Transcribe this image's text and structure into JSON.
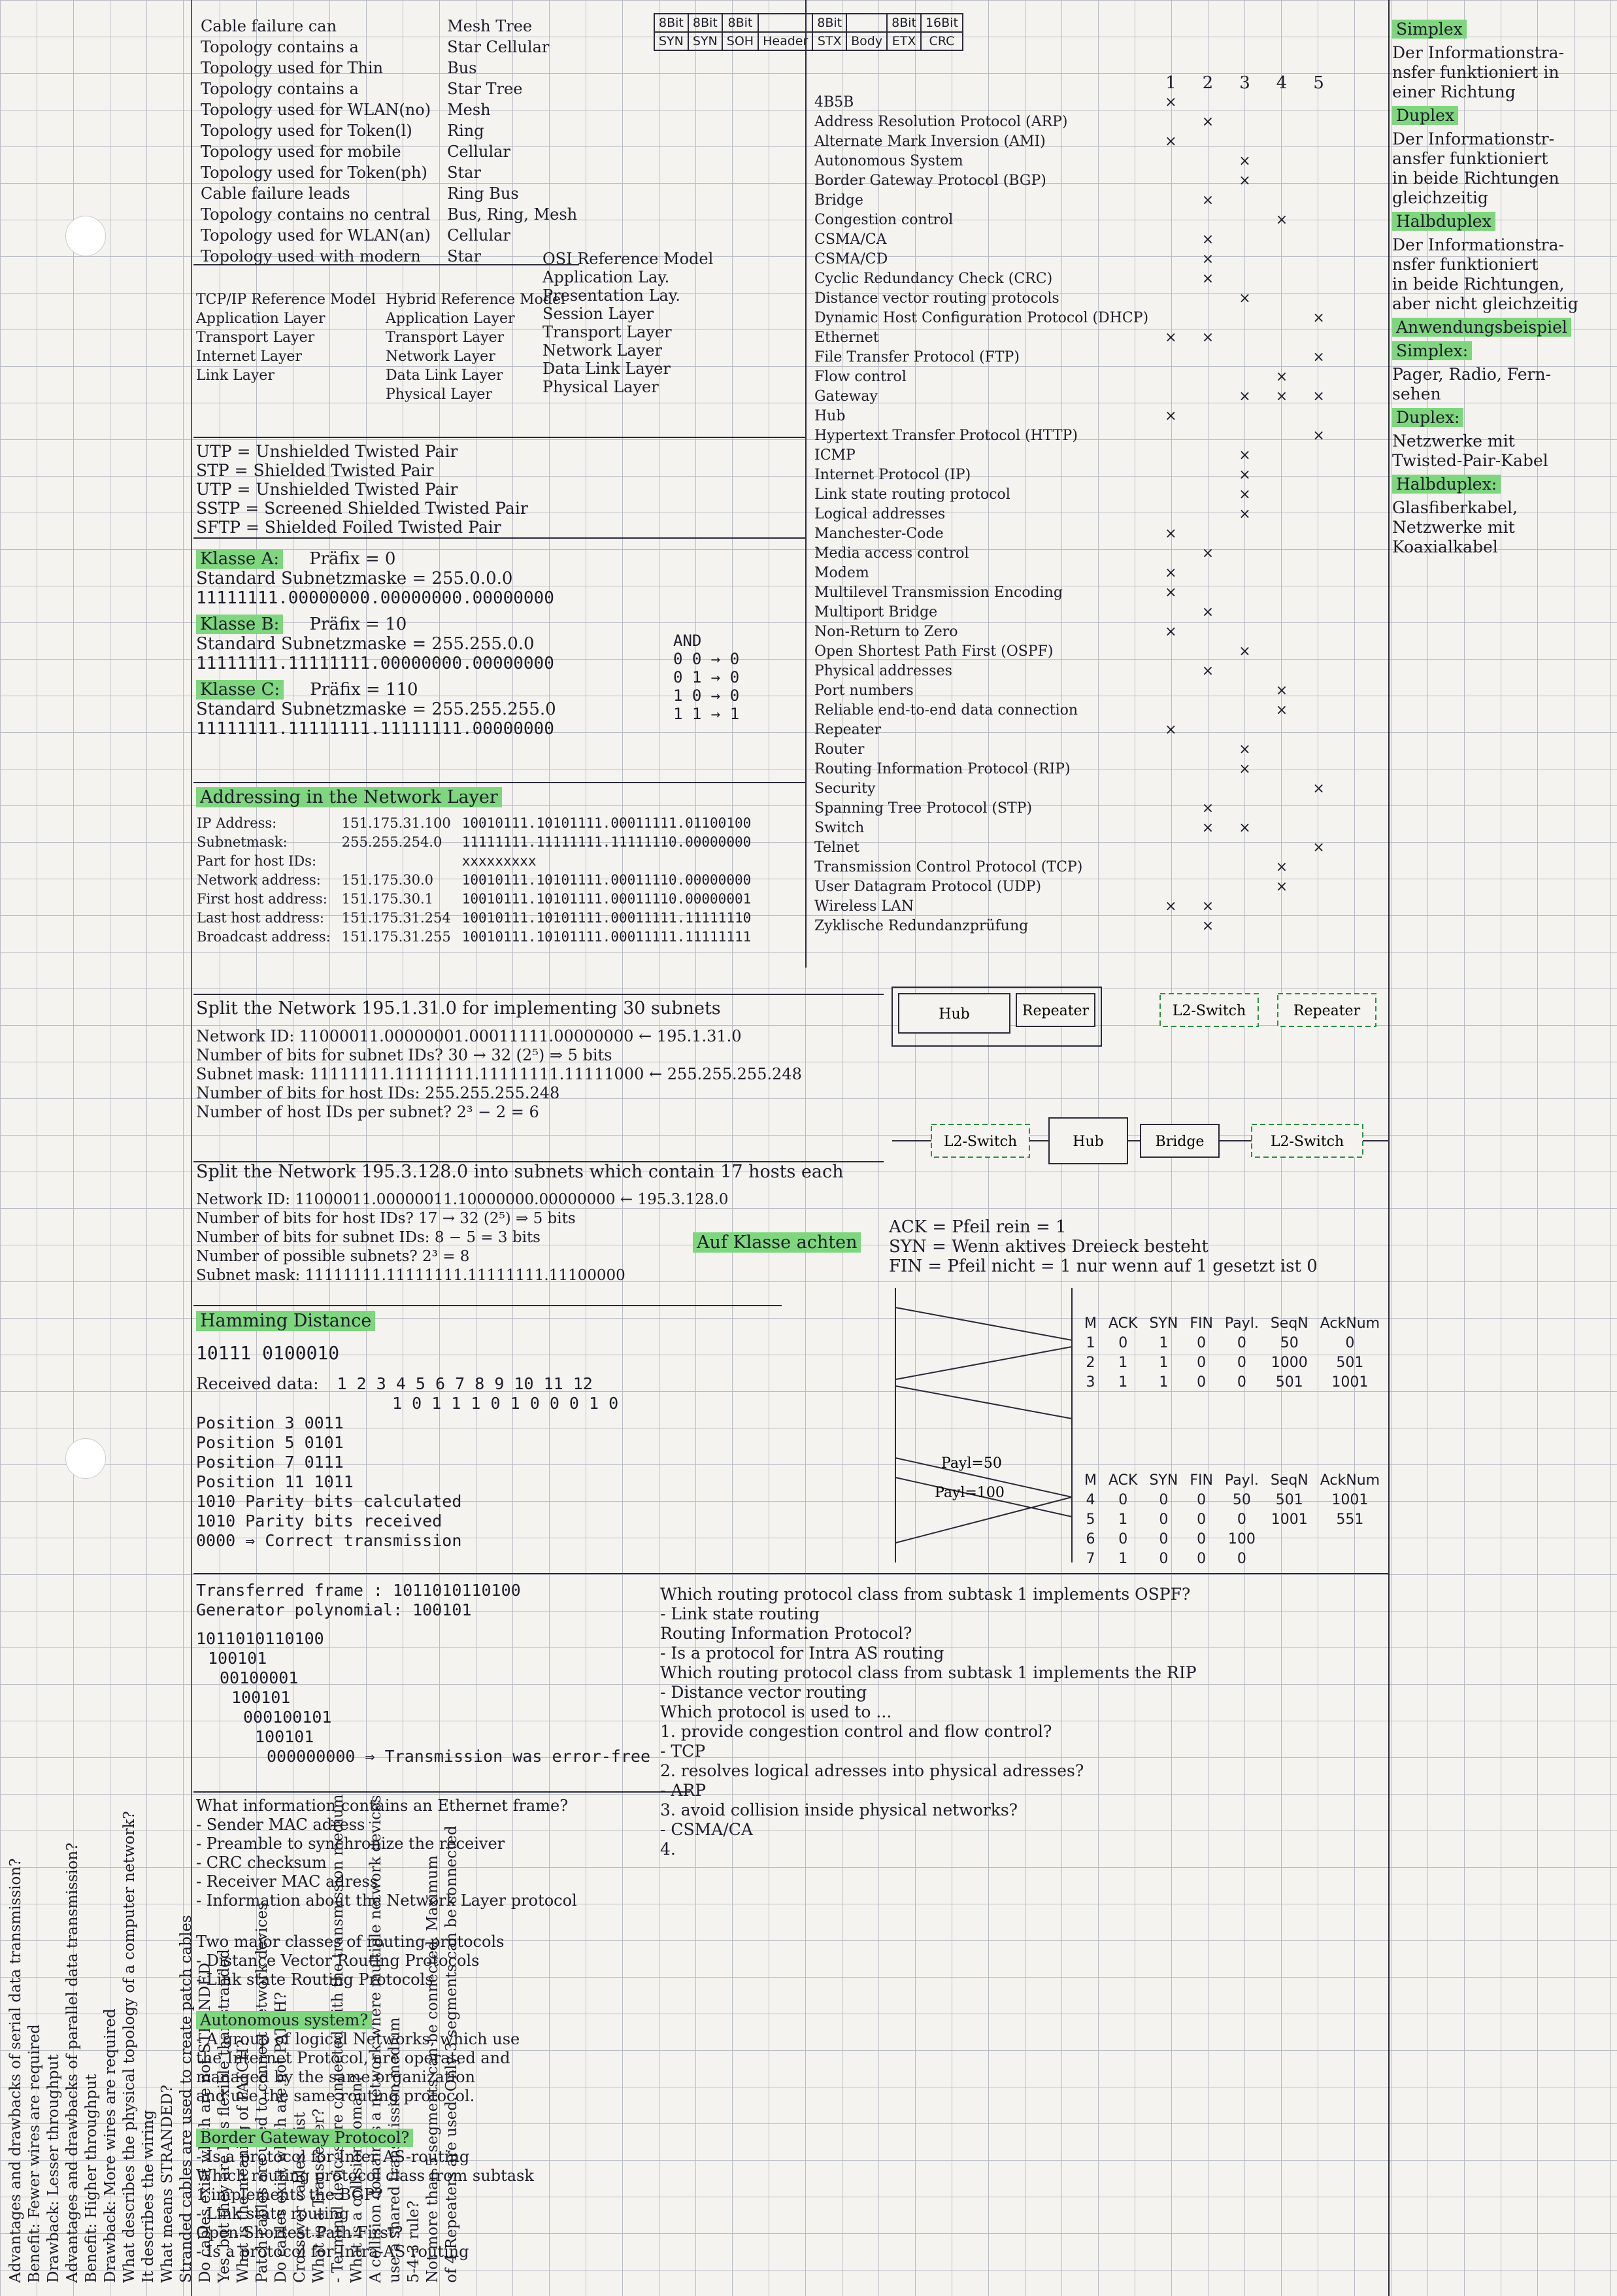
{
  "topology": {
    "rows": [
      [
        "Cable failure can",
        "Mesh Tree"
      ],
      [
        "Topology contains a",
        "Star Cellular"
      ],
      [
        "Topology used for Thin",
        "Bus"
      ],
      [
        "Topology contains a",
        "Star Tree"
      ],
      [
        "Topology used for WLAN(no)",
        "Mesh"
      ],
      [
        "Topology used for Token(l)",
        "Ring"
      ],
      [
        "Topology used for mobile",
        "Cellular"
      ],
      [
        "Topology used for Token(ph)",
        "Star"
      ],
      [
        "Cable failure leads",
        "Ring Bus"
      ],
      [
        "Topology contains no central",
        "Bus, Ring, Mesh"
      ],
      [
        "Topology used for WLAN(an)",
        "Cellular"
      ],
      [
        "Topology used with modern",
        "Star"
      ]
    ]
  },
  "frame": {
    "bits": [
      "8Bit",
      "8Bit",
      "8Bit",
      "",
      "8Bit",
      "",
      "8Bit",
      "16Bit"
    ],
    "fields": [
      "SYN",
      "SYN",
      "SOH",
      "Header",
      "STX",
      "Body",
      "ETX",
      "CRC"
    ]
  },
  "protocols": {
    "cols": [
      "1",
      "2",
      "3",
      "4",
      "5"
    ],
    "rows": [
      {
        "name": "4B5B",
        "m": [
          1,
          0,
          0,
          0,
          0
        ]
      },
      {
        "name": "Address Resolution Protocol (ARP)",
        "m": [
          0,
          1,
          0,
          0,
          0
        ]
      },
      {
        "name": "Alternate Mark Inversion (AMI)",
        "m": [
          1,
          0,
          0,
          0,
          0
        ]
      },
      {
        "name": "Autonomous System",
        "m": [
          0,
          0,
          1,
          0,
          0
        ]
      },
      {
        "name": "Border Gateway Protocol (BGP)",
        "m": [
          0,
          0,
          1,
          0,
          0
        ]
      },
      {
        "name": "Bridge",
        "m": [
          0,
          1,
          0,
          0,
          0
        ]
      },
      {
        "name": "Congestion control",
        "m": [
          0,
          0,
          0,
          1,
          0
        ]
      },
      {
        "name": "CSMA/CA",
        "m": [
          0,
          1,
          0,
          0,
          0
        ]
      },
      {
        "name": "CSMA/CD",
        "m": [
          0,
          1,
          0,
          0,
          0
        ]
      },
      {
        "name": "Cyclic Redundancy Check (CRC)",
        "m": [
          0,
          1,
          0,
          0,
          0
        ]
      },
      {
        "name": "Distance vector routing protocols",
        "m": [
          0,
          0,
          1,
          0,
          0
        ]
      },
      {
        "name": "Dynamic Host Configuration Protocol (DHCP)",
        "m": [
          0,
          0,
          0,
          0,
          1
        ]
      },
      {
        "name": "Ethernet",
        "m": [
          1,
          1,
          0,
          0,
          0
        ]
      },
      {
        "name": "File Transfer Protocol (FTP)",
        "m": [
          0,
          0,
          0,
          0,
          1
        ]
      },
      {
        "name": "Flow control",
        "m": [
          0,
          0,
          0,
          1,
          0
        ]
      },
      {
        "name": "Gateway",
        "m": [
          0,
          0,
          1,
          1,
          1
        ]
      },
      {
        "name": "Hub",
        "m": [
          1,
          0,
          0,
          0,
          0
        ]
      },
      {
        "name": "Hypertext Transfer Protocol (HTTP)",
        "m": [
          0,
          0,
          0,
          0,
          1
        ]
      },
      {
        "name": "ICMP",
        "m": [
          0,
          0,
          1,
          0,
          0
        ]
      },
      {
        "name": "Internet Protocol (IP)",
        "m": [
          0,
          0,
          1,
          0,
          0
        ]
      },
      {
        "name": "Link state routing protocol",
        "m": [
          0,
          0,
          1,
          0,
          0
        ]
      },
      {
        "name": "Logical addresses",
        "m": [
          0,
          0,
          1,
          0,
          0
        ]
      },
      {
        "name": "Manchester-Code",
        "m": [
          1,
          0,
          0,
          0,
          0
        ]
      },
      {
        "name": "Media access control",
        "m": [
          0,
          1,
          0,
          0,
          0
        ]
      },
      {
        "name": "Modem",
        "m": [
          1,
          0,
          0,
          0,
          0
        ]
      },
      {
        "name": "Multilevel Transmission Encoding",
        "m": [
          1,
          0,
          0,
          0,
          0
        ]
      },
      {
        "name": "Multiport Bridge",
        "m": [
          0,
          1,
          0,
          0,
          0
        ]
      },
      {
        "name": "Non-Return to Zero",
        "m": [
          1,
          0,
          0,
          0,
          0
        ]
      },
      {
        "name": "Open Shortest Path First (OSPF)",
        "m": [
          0,
          0,
          1,
          0,
          0
        ]
      },
      {
        "name": "Physical addresses",
        "m": [
          0,
          1,
          0,
          0,
          0
        ]
      },
      {
        "name": "Port numbers",
        "m": [
          0,
          0,
          0,
          1,
          0
        ]
      },
      {
        "name": "Reliable end-to-end data connection",
        "m": [
          0,
          0,
          0,
          1,
          0
        ]
      },
      {
        "name": "Repeater",
        "m": [
          1,
          0,
          0,
          0,
          0
        ]
      },
      {
        "name": "Router",
        "m": [
          0,
          0,
          1,
          0,
          0
        ]
      },
      {
        "name": "Routing Information Protocol (RIP)",
        "m": [
          0,
          0,
          1,
          0,
          0
        ]
      },
      {
        "name": "Security",
        "m": [
          0,
          0,
          0,
          0,
          1
        ]
      },
      {
        "name": "Spanning Tree Protocol (STP)",
        "m": [
          0,
          1,
          0,
          0,
          0
        ]
      },
      {
        "name": "Switch",
        "m": [
          0,
          1,
          1,
          0,
          0
        ]
      },
      {
        "name": "Telnet",
        "m": [
          0,
          0,
          0,
          0,
          1
        ]
      },
      {
        "name": "Transmission Control Protocol (TCP)",
        "m": [
          0,
          0,
          0,
          1,
          0
        ]
      },
      {
        "name": "User Datagram Protocol (UDP)",
        "m": [
          0,
          0,
          0,
          1,
          0
        ]
      },
      {
        "name": "Wireless LAN",
        "m": [
          1,
          1,
          0,
          0,
          0
        ]
      },
      {
        "name": "Zyklische Redundanzprüfung",
        "m": [
          0,
          1,
          0,
          0,
          0
        ]
      }
    ]
  },
  "right": {
    "items": [
      {
        "t": "Simplex",
        "hl": true
      },
      {
        "t": "Der Informationstra-",
        "hl": false
      },
      {
        "t": "nsfer funktioniert in",
        "hl": false
      },
      {
        "t": "einer Richtung",
        "hl": false
      },
      {
        "t": "Duplex",
        "hl": true
      },
      {
        "t": "Der Informationstr-",
        "hl": false
      },
      {
        "t": "ansfer funktioniert",
        "hl": false
      },
      {
        "t": "in beide Richtungen",
        "hl": false
      },
      {
        "t": "gleichzeitig",
        "hl": false
      },
      {
        "t": "Halbduplex",
        "hl": true
      },
      {
        "t": "Der Informationstra-",
        "hl": false
      },
      {
        "t": "nsfer funktioniert",
        "hl": false
      },
      {
        "t": "in beide Richtungen,",
        "hl": false
      },
      {
        "t": "aber nicht gleichzeitig",
        "hl": false
      },
      {
        "t": "Anwendungsbeispiel",
        "hl": true
      },
      {
        "t": "Simplex:",
        "hl": true
      },
      {
        "t": "Pager, Radio, Fern-",
        "hl": false
      },
      {
        "t": "sehen",
        "hl": false
      },
      {
        "t": "Duplex:",
        "hl": true
      },
      {
        "t": "Netzwerke mit",
        "hl": false
      },
      {
        "t": "Twisted-Pair-Kabel",
        "hl": false
      },
      {
        "t": "Halbduplex:",
        "hl": true
      },
      {
        "t": "Glasfiberkabel,",
        "hl": false
      },
      {
        "t": "Netzwerke mit",
        "hl": false
      },
      {
        "t": "Koaxialkabel",
        "hl": false
      }
    ]
  },
  "models": {
    "osi_title": "OSI Reference Model",
    "tcp_title": "TCP/IP Reference Model",
    "hybrid_title": "Hybrid Reference Model",
    "tcp": [
      "Application Layer",
      "Transport Layer",
      "Internet Layer",
      "Link Layer"
    ],
    "hybrid": [
      "Application Layer",
      "Transport Layer",
      "Network Layer",
      "Data Link Layer",
      "Physical Layer"
    ],
    "osi": [
      "Application Lay.",
      "Presentation Lay.",
      "Session Layer",
      "Transport Layer",
      "Network Layer",
      "Data Link Layer",
      "Physical Layer"
    ]
  },
  "cables": [
    "UTP = Unshielded Twisted Pair",
    "STP = Shielded Twisted Pair",
    "UTP = Unshielded Twisted Pair",
    "SSTP = Screened Shielded Twisted Pair",
    "SFTP = Shielded Foiled Twisted Pair"
  ],
  "classes": [
    {
      "k": "Klasse A:",
      "p": "Präfix = 0",
      "m": "Standard Subnetzmaske = 255.0.0.0",
      "b": "11111111.00000000.00000000.00000000"
    },
    {
      "k": "Klasse B:",
      "p": "Präfix = 10",
      "m": "Standard Subnetzmaske = 255.255.0.0",
      "b": "11111111.11111111.00000000.00000000"
    },
    {
      "k": "Klasse C:",
      "p": "Präfix = 110",
      "m": "Standard Subnetzmaske = 255.255.255.0",
      "b": "11111111.11111111.11111111.00000000"
    }
  ],
  "and": {
    "title": "AND",
    "rows": [
      "0 0 → 0",
      "0 1 → 0",
      "1 0 → 0",
      "1 1 → 1"
    ]
  },
  "addressing": {
    "title": "Addressing in the Network Layer",
    "rows": [
      [
        "IP Address:",
        "151.175.31.100",
        "10010111.10101111.00011111.01100100"
      ],
      [
        "Subnetmask:",
        "255.255.254.0",
        "11111111.11111111.11111110.00000000"
      ],
      [
        "Part for host IDs:",
        "",
        "xxxxxxxxx"
      ],
      [
        "Network address:",
        "151.175.30.0",
        "10010111.10101111.00011110.00000000"
      ],
      [
        "First host address:",
        "151.175.30.1",
        "10010111.10101111.00011110.00000001"
      ],
      [
        "Last host address:",
        "151.175.31.254",
        "10010111.10101111.00011111.11111110"
      ],
      [
        "Broadcast address:",
        "151.175.31.255",
        "10010111.10101111.00011111.11111111"
      ]
    ]
  },
  "split1": {
    "title": "Split the Network 195.1.31.0 for implementing 30 subnets",
    "lines": [
      "Network ID:   11000011.00000001.00011111.00000000 ← 195.1.31.0",
      "Number of bits for subnet IDs?  30 → 32 (2⁵) ⇒ 5 bits",
      "Subnet mask:   11111111.11111111.11111111.11111000 ← 255.255.255.248",
      "Number of bits for host IDs:  255.255.255.248",
      "Number of host IDs per subnet?  2³ − 2 = 6"
    ]
  },
  "split2": {
    "title": "Split the Network 195.3.128.0 into subnets which contain 17 hosts each",
    "lines": [
      "Network ID:   11000011.00000011.10000000.00000000 ← 195.3.128.0",
      "Number of bits for host IDs?  17 → 32 (2⁵) ⇒ 5 bits",
      "Number of bits for subnet IDs:  8 − 5 = 3 bits",
      "Number of possible subnets?  2³ = 8",
      "Subnet mask:  11111111.11111111.11111111.11100000"
    ],
    "note": "Auf Klasse achten"
  },
  "hamming": {
    "title": "Hamming Distance",
    "word": "10111 0100010",
    "received_label": "Received data:",
    "idx": "1 2 3 4 5 6 7 8 9 10 11 12",
    "bits": "1 0 1 1 1 0 1 0 0 0 1 0",
    "positions": [
      "Position 3   0011",
      "Position 5   0101",
      "Position 7   0111",
      "Position 11  1011"
    ],
    "calc": "1010   Parity bits calculated",
    "recv": "1010   Parity bits received",
    "result": "0000 ⇒ Correct transmission"
  },
  "crc": {
    "frame": "Transferred frame : 1011010110100",
    "poly": "Generator polynomial:   100101",
    "steps": [
      "1011010110100",
      "100101",
      "00100001",
      "100101",
      "000100101",
      "100101",
      "000000000 ⇒ Transmission was error-free"
    ]
  },
  "ethernet": {
    "title": "What information contains an Ethernet frame?",
    "items": [
      "- Sender MAC adress",
      "- Preamble to synchronize the receiver",
      "- CRC checksum",
      "- Receiver MAC adress",
      "- Information about the Network Layer protocol"
    ]
  },
  "routing": {
    "title": "Two major classes of routing protocols",
    "items": [
      "- Distance Vector Routing Protocols",
      "- Link state Routing Protocols"
    ]
  },
  "autonomous": {
    "title": "Autonomous system?",
    "lines": [
      "- A group of logical Networks, which use",
      "the Internet Protocol, are operated and",
      "managed by the same organization",
      "and use the same routing protocol."
    ]
  },
  "bgp": {
    "title": "Border Gateway Protocol?",
    "lines": [
      "- Is a protocol for Inter AS-routing",
      "Which routing protocol class from subtask",
      "1 implements the BGP?",
      "- Link state routing",
      "Open Shortest Path First?",
      "- Is a protocol for Intra-AS routing"
    ]
  },
  "questions": {
    "lines": [
      "Which routing protocol class from subtask 1 implements OSPF?",
      "- Link state routing",
      "Routing Information Protocol?",
      "- Is a protocol for Intra AS routing",
      "Which routing protocol class from subtask 1 implements the RIP",
      "- Distance vector routing",
      "Which protocol is used to ...",
      "1. provide congestion control and flow control?",
      "  - TCP",
      "2. resolves logical adresses into physical adresses?",
      "  - ARP",
      "3. avoid collision inside physical networks?",
      "  - CSMA/CA",
      "4."
    ]
  },
  "flags": [
    "ACK = Pfeil rein = 1",
    "SYN = Wenn aktives Dreieck besteht",
    "FIN = Pfeil nicht = 1  nur wenn auf 1 gesetzt ist 0"
  ],
  "tcp1": {
    "head": [
      "M",
      "ACK",
      "SYN",
      "FIN",
      "Payl.",
      "SeqN",
      "AckNum"
    ],
    "rows": [
      [
        "1",
        "0",
        "1",
        "0",
        "0",
        "50",
        "0"
      ],
      [
        "2",
        "1",
        "1",
        "0",
        "0",
        "1000",
        "501"
      ],
      [
        "3",
        "1",
        "1",
        "0",
        "0",
        "501",
        "1001"
      ]
    ]
  },
  "tcp2": {
    "head": [
      "M",
      "ACK",
      "SYN",
      "FIN",
      "Payl.",
      "SeqN",
      "AckNum"
    ],
    "rows": [
      [
        "4",
        "0",
        "0",
        "0",
        "50",
        "501",
        "1001"
      ],
      [
        "5",
        "1",
        "0",
        "0",
        "0",
        "1001",
        "551"
      ],
      [
        "6",
        "0",
        "0",
        "0",
        "100",
        "",
        ""
      ],
      [
        "7",
        "1",
        "0",
        "0",
        "0",
        "",
        ""
      ]
    ]
  },
  "payload": [
    "Payl=50",
    "Payl=100"
  ],
  "devices": [
    "Hub",
    "Repeater",
    "L2-Switch",
    "Repeater",
    "L2-Switch",
    "Hub",
    "Bridge",
    "L2-Switch"
  ],
  "margin": {
    "lines": [
      "Advantages and drawbacks of serial data transmission?",
      "Benefit: Fewer wires are required",
      "Drawback: Lesser throughput",
      "Advantages and drawbacks of parallel data transmission?",
      "Benefit: Higher throughput",
      "Drawback: More wires are required",
      "What describes the physical topology of a computer network?",
      "It describes the wiring",
      "What means STRANDED?",
      "Stranded cables are used to create patch cables",
      "Do cables exist which are not STRANDED",
      "Yes, but they are less flexible than stranded",
      "What is the meaning of PATCH?",
      "Patch cables are used to connect network devices",
      "Do cables exist which are not PATCH?",
      "Crossover cables exist",
      "What is a Transceiver?",
      "- Terminal devices are connected with the transmission medium",
      "What is a collision domain?",
      "A collision domain is a network where multiple network devices",
      "use a shared transmission medium",
      "5-4-3 rule?",
      "Not more than 5 segments can be connected. Maximum",
      "of 4 Repeaters are used. Only 3 segments can be connected"
    ]
  }
}
